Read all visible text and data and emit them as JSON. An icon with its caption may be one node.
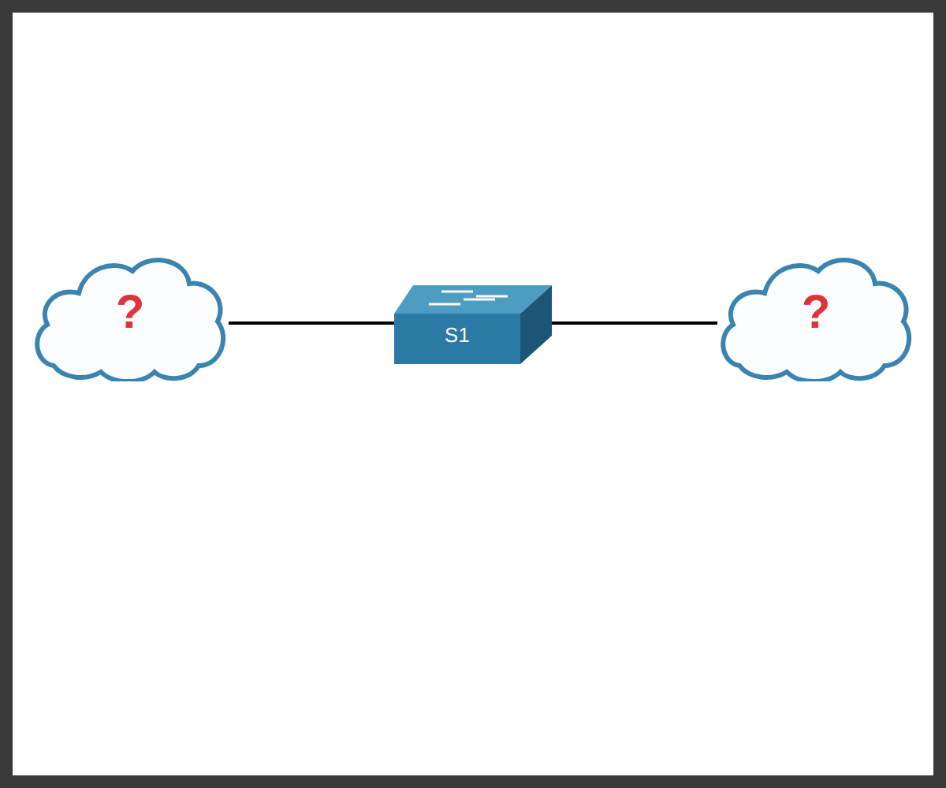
{
  "diagram": {
    "nodes": [
      {
        "text": [
          "?"
        ]
      },
      {
        "text": [
          "S1"
        ]
      },
      {
        "text": [
          "?"
        ]
      }
    ],
    "edges": [
      {
        "from": 0,
        "to": 1,
        "arrow": "none"
      },
      {
        "from": 1,
        "to": 2,
        "arrow": "none"
      }
    ]
  }
}
